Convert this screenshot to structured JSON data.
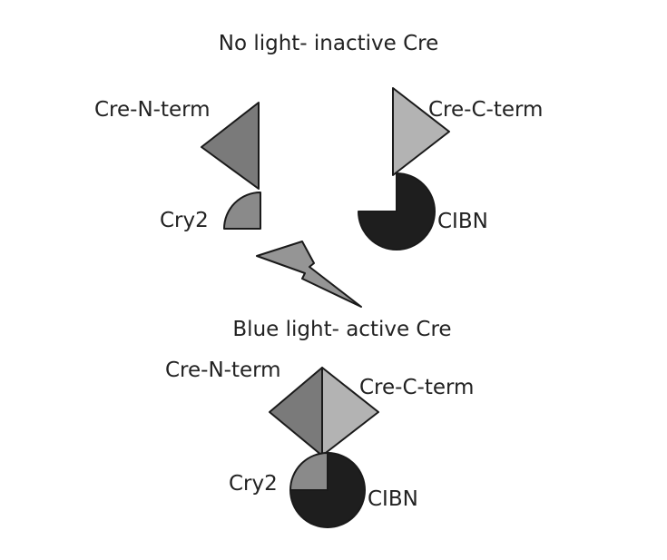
{
  "top_section": {
    "title": "No light- inactive Cre",
    "cre_n_label": "Cre-N-term",
    "cre_c_label": "Cre-C-term",
    "cry2_label": "Cry2",
    "cibn_label": "CIBN"
  },
  "bottom_section": {
    "title": "Blue light- active Cre",
    "cre_n_label": "Cre-N-term",
    "cre_c_label": "Cre-C-term",
    "cry2_label": "Cry2",
    "cibn_label": "CIBN"
  },
  "colors": {
    "cre_n": "#7a7a7a",
    "cre_c": "#b3b3b3",
    "cry2": "#8a8a8a",
    "cibn": "#1e1e1e",
    "lightning": "#959595",
    "outline": "#1a1a1a"
  },
  "icons": {
    "lightning": "lightning-bolt-icon"
  }
}
